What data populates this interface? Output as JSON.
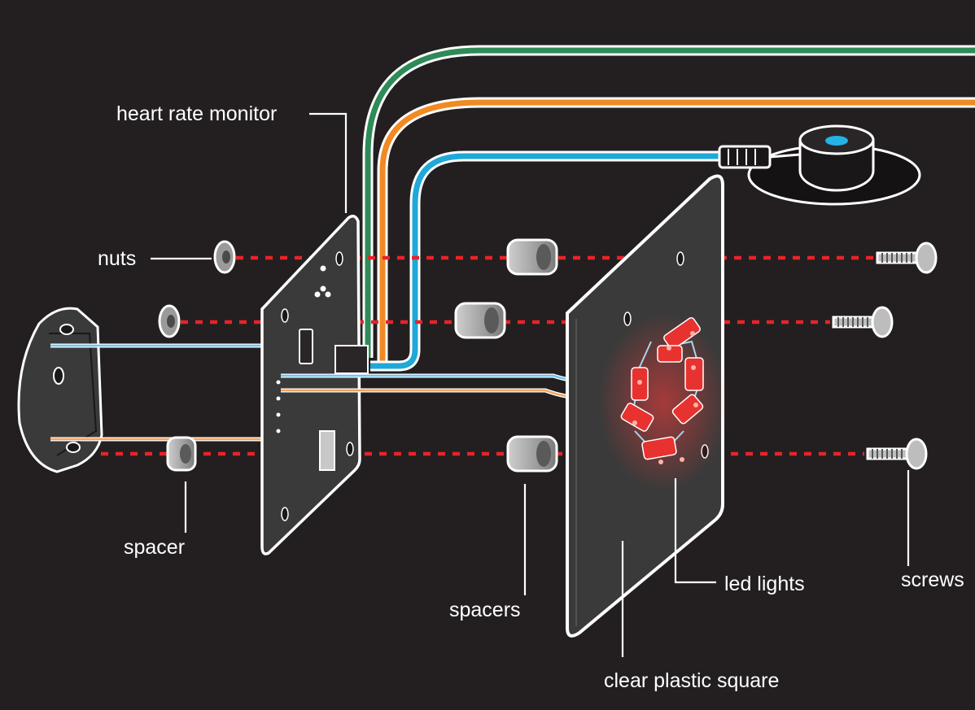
{
  "labels": {
    "heart_rate_monitor": "heart rate monitor",
    "nuts": "nuts",
    "spacer": "spacer",
    "spacers": "spacers",
    "led_lights": "led lights",
    "screws": "screws",
    "clear_plastic_square": "clear plastic square"
  },
  "colors": {
    "background": "#231f20",
    "wire_green": "#2e8b57",
    "wire_orange": "#f08a24",
    "wire_blue": "#1fa8d8",
    "assembly_line": "#e8232a",
    "led": "#e8322f",
    "panel": "#3a3a3a"
  }
}
